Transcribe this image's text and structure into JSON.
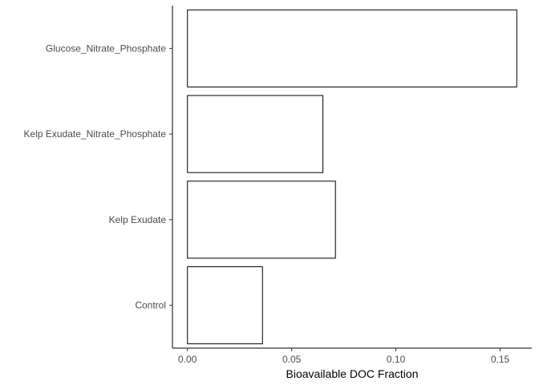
{
  "chart_data": {
    "type": "bar",
    "orientation": "horizontal",
    "categories": [
      "Control",
      "Kelp Exudate",
      "Kelp Exudate_Nitrate_Phosphate",
      "Glucose_Nitrate_Phosphate"
    ],
    "values": [
      0.036,
      0.071,
      0.065,
      0.158
    ],
    "xlabel": "Bioavailable DOC Fraction",
    "ylabel": "",
    "title": "",
    "xlim": [
      -0.0072,
      0.1652
    ],
    "xticks": [
      0.0,
      0.05,
      0.1,
      0.15
    ],
    "xtick_labels": [
      "0.00",
      "0.05",
      "0.10",
      "0.15"
    ],
    "grid": false,
    "bar_fill": "#ffffff",
    "bar_stroke": "#000000",
    "axis_color": "#000000",
    "tick_label_color": "#4d4d4d"
  }
}
